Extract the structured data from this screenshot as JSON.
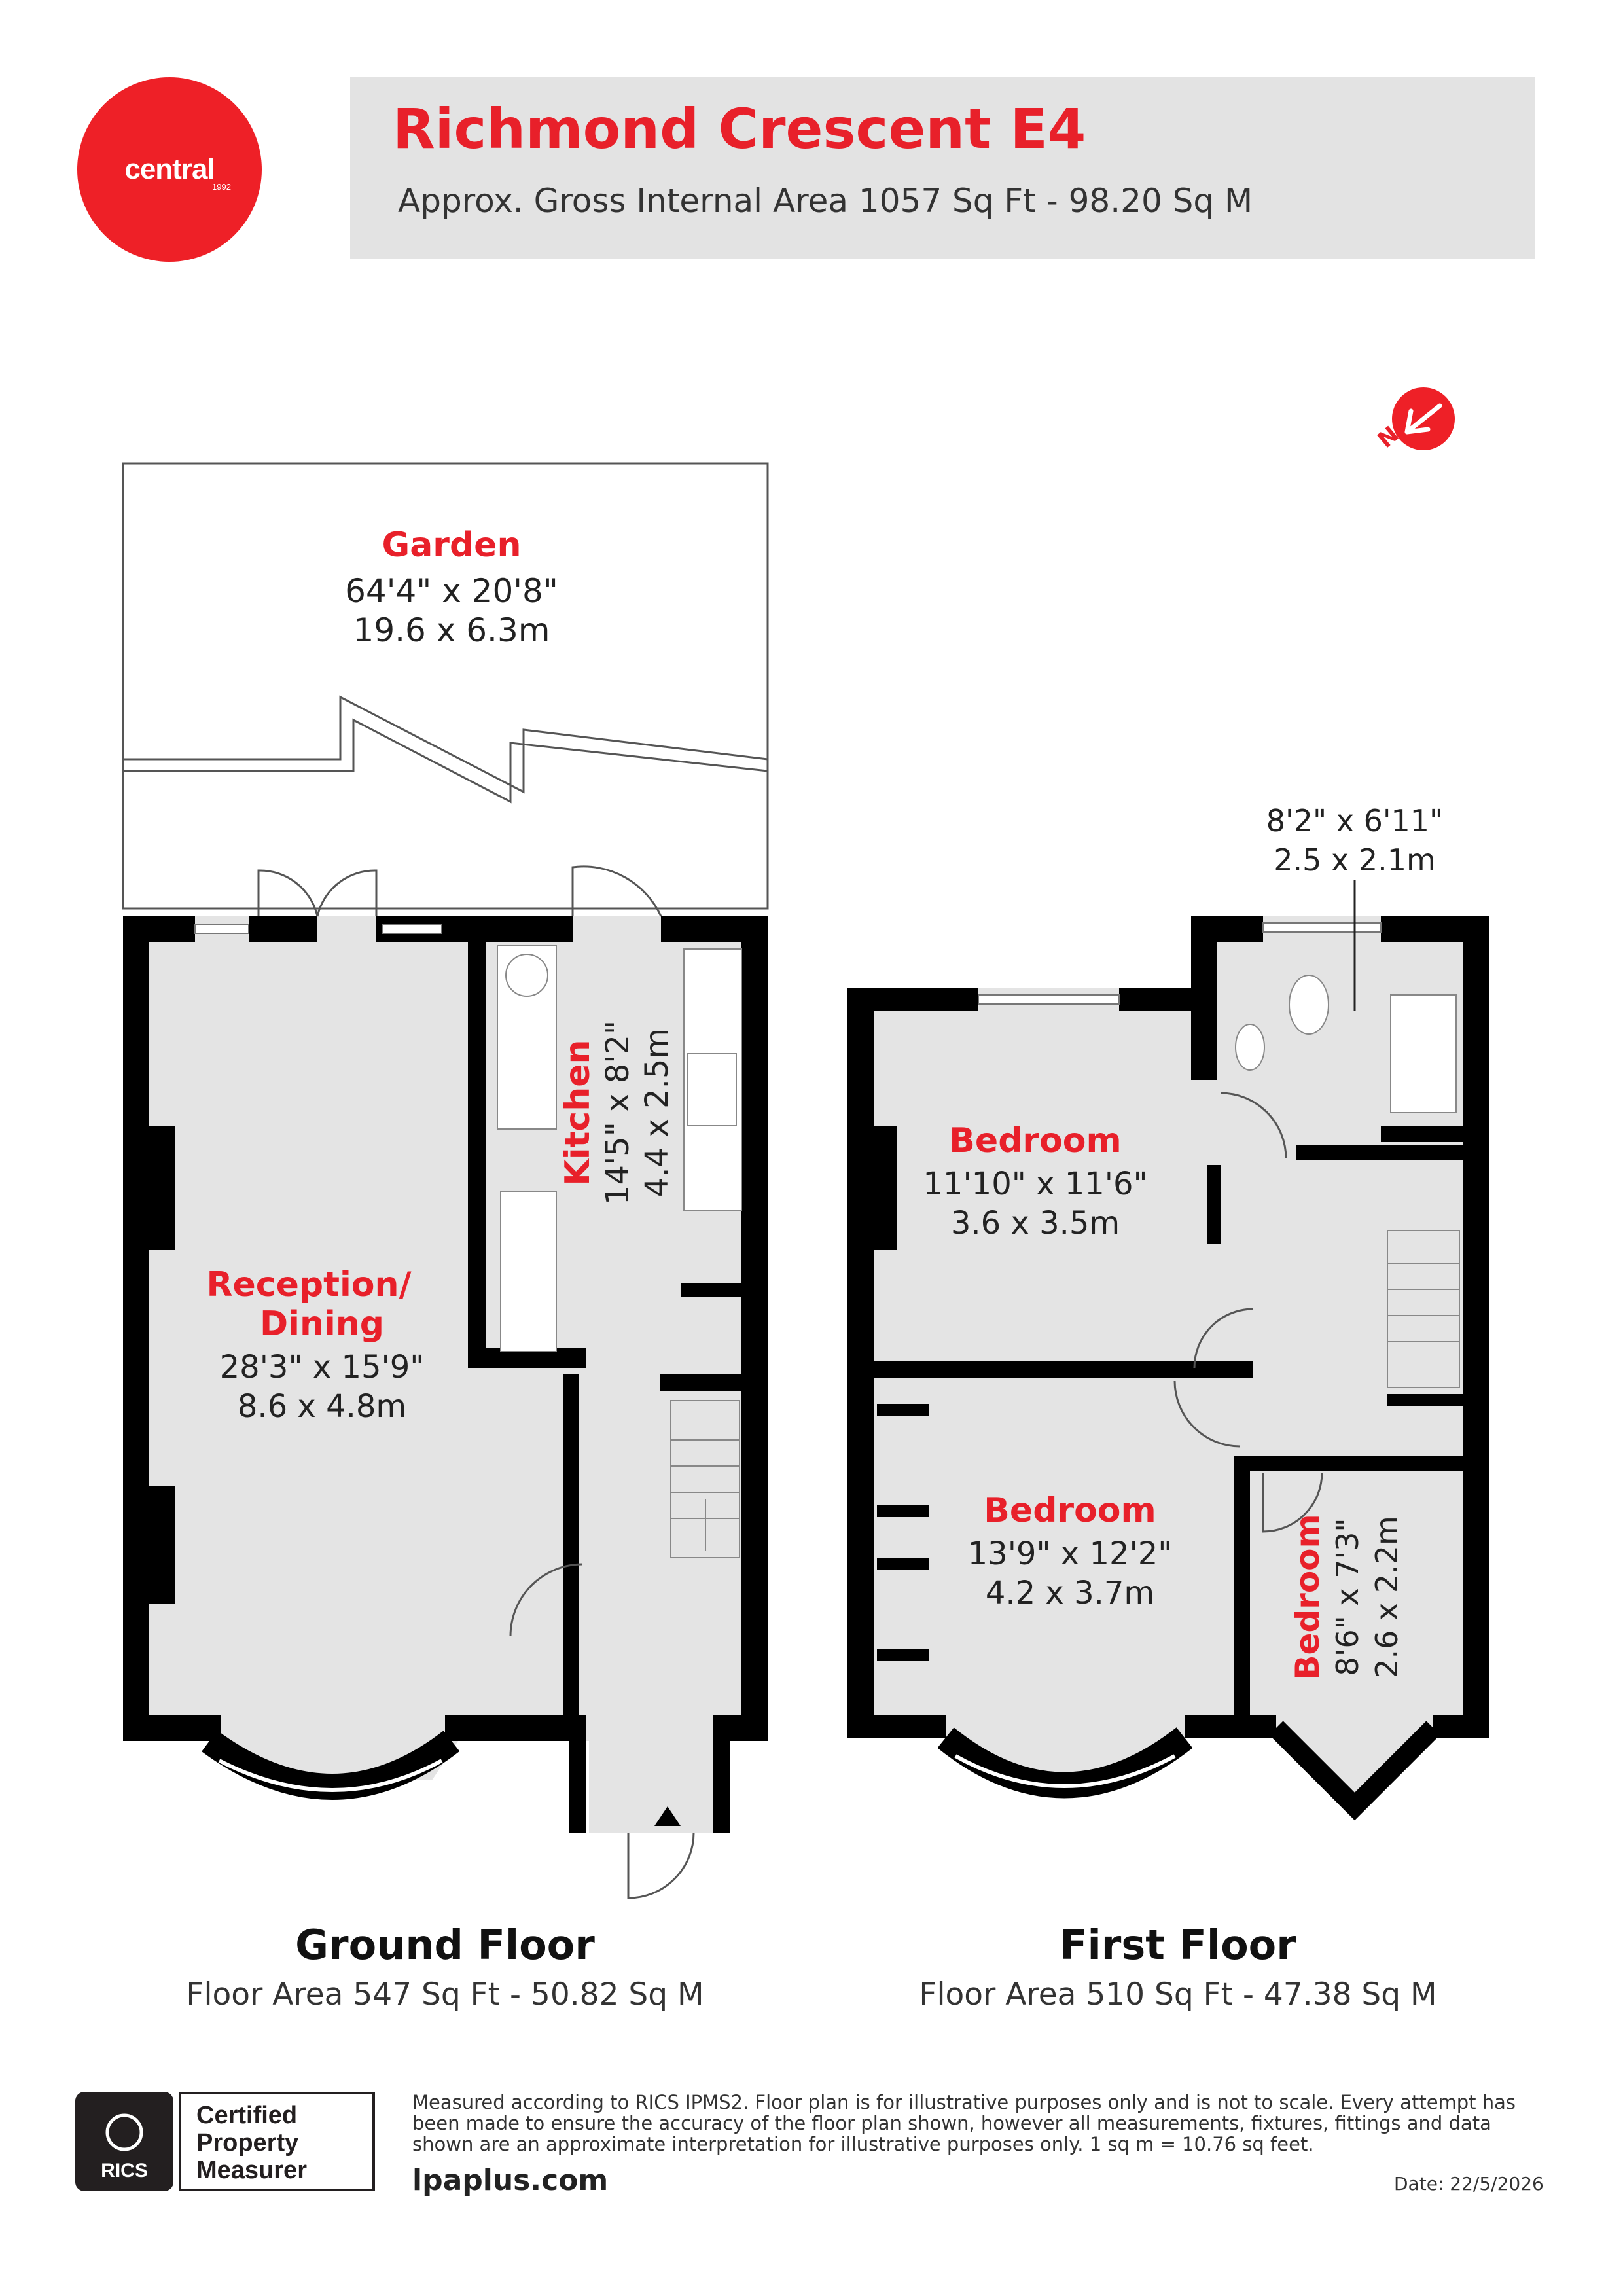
{
  "brand": {
    "name": "central",
    "year": "1992",
    "color": "#ee2027"
  },
  "header": {
    "title": "Richmond Crescent E4",
    "subtitle": "Approx. Gross Internal Area 1057 Sq Ft - 98.20 Sq M"
  },
  "compass": {
    "label": "N"
  },
  "rooms": {
    "garden": {
      "name": "Garden",
      "imperial": "64'4\" x 20'8\"",
      "metric": "19.6 x 6.3m"
    },
    "reception": {
      "name_line1": "Reception/",
      "name_line2": "Dining",
      "imperial": "28'3\" x 15'9\"",
      "metric": "8.6 x 4.8m"
    },
    "kitchen": {
      "name": "Kitchen",
      "imperial": "14'5\" x 8'2\"",
      "metric": "4.4 x 2.5m"
    },
    "bedroom1": {
      "name": "Bedroom",
      "imperial": "11'10\" x 11'6\"",
      "metric": "3.6 x 3.5m"
    },
    "bathroom": {
      "imperial": "8'2\" x 6'11\"",
      "metric": "2.5 x 2.1m"
    },
    "bedroom2": {
      "name": "Bedroom",
      "imperial": "13'9\" x 12'2\"",
      "metric": "4.2 x 3.7m"
    },
    "bedroom3": {
      "name": "Bedroom",
      "imperial": "8'6\" x 7'3\"",
      "metric": "2.6 x 2.2m"
    }
  },
  "floors": {
    "ground": {
      "name": "Ground Floor",
      "area": "Floor Area 547 Sq Ft - 50.82 Sq M"
    },
    "first": {
      "name": "First Floor",
      "area": "Floor Area 510 Sq Ft - 47.38 Sq M"
    }
  },
  "footer": {
    "rics_label": "RICS",
    "cert_line1": "Certified",
    "cert_line2": "Property",
    "cert_line3": "Measurer",
    "disclaimer": "Measured according to RICS IPMS2. Floor plan is for illustrative purposes only and is not to scale. Every attempt has been made to ensure the accuracy of the floor plan shown, however all measurements, fixtures, fittings and data shown are an approximate interpretation for illustrative purposes only. 1 sq m = 10.76 sq feet.",
    "website": "lpaplus.com",
    "date": "Date: 22/5/2026"
  },
  "colors": {
    "wall": "#000000",
    "floor": "#e4e4e4",
    "accent": "#e8202a"
  }
}
